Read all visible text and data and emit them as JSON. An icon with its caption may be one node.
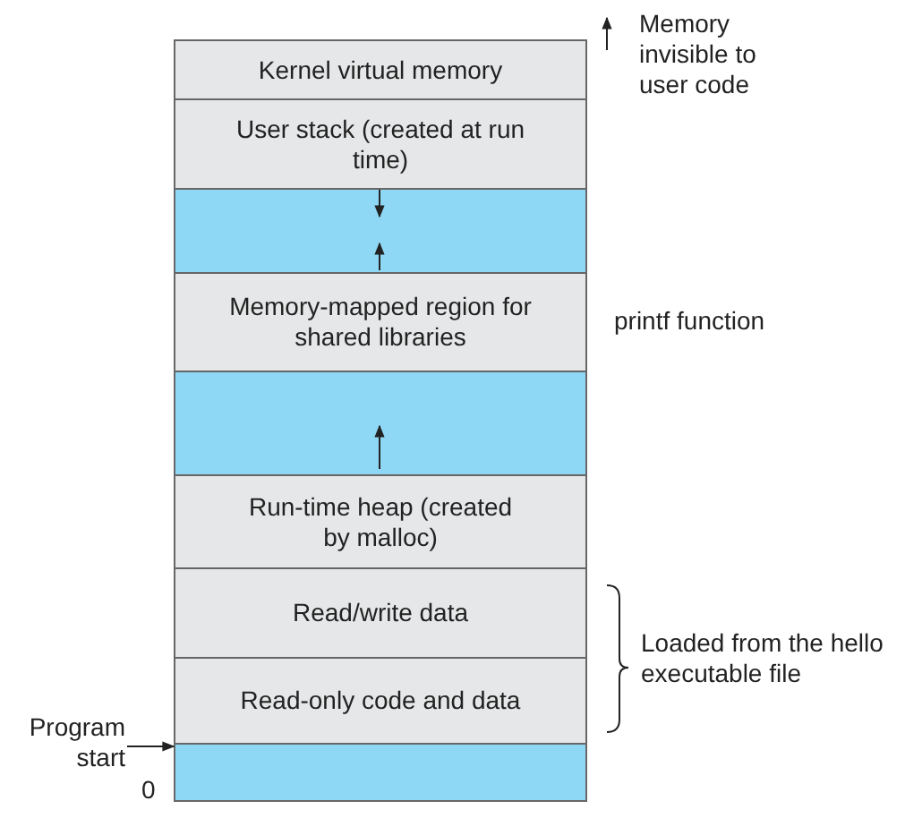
{
  "diagram": {
    "nodes": [
      {
        "text": [
          "Kernel virtual memory"
        ]
      },
      {
        "text": [
          "User stack (created at run time)"
        ]
      },
      {
        "text": [],
        "shape": "bar"
      },
      {
        "text": [
          "Memory-mapped region for shared libraries"
        ],
        "beside": [
          "printf function"
        ]
      },
      {
        "text": [],
        "shape": "bar"
      },
      {
        "text": [
          "Run-time heap (created by malloc)"
        ]
      },
      {
        "text": [
          "Read/write data"
        ]
      },
      {
        "text": [
          "Read-only code and data"
        ]
      },
      {
        "text": [],
        "shape": "bar"
      },
      {
        "text": [
          "Program start"
        ]
      }
    ],
    "edges": [
      {
        "from": 9,
        "to": 8,
        "arrow": "to"
      }
    ],
    "labels": [
      "Memory invisible to user code",
      "Loaded from the hello executable file",
      "0"
    ]
  }
}
